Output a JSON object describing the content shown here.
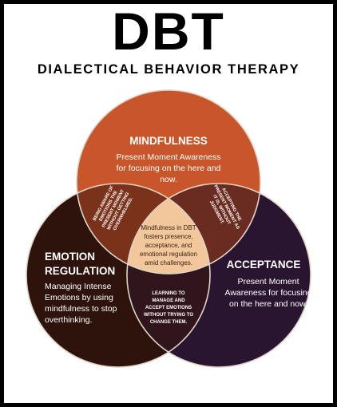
{
  "title": "DBT",
  "subtitle": "DIALECTICAL BEHAVIOR THERAPY",
  "colors": {
    "mindfulness": "#c8562a",
    "emotion_regulation": "#2e130c",
    "acceptance": "#2a1531",
    "overlap_left": "#7a321b",
    "overlap_right": "#6a2b20",
    "overlap_bottom": "#30151d",
    "center": "#f3c79c",
    "outline": "#e0d3c5"
  },
  "mindfulness": {
    "heading": "MINDFULNESS",
    "lines": [
      "Present Moment Awareness",
      "for focusing on the here and",
      "now."
    ]
  },
  "emotion_regulation": {
    "heading_lines": [
      "EMOTION",
      "REGULATION"
    ],
    "lines": [
      "Managing Intense",
      "Emotions by using",
      "mindfulness to stop",
      "overthinking."
    ]
  },
  "acceptance": {
    "heading": "ACCEPTANCE",
    "lines": [
      "Present Moment",
      "Awareness for focusing",
      "on the here and now."
    ]
  },
  "overlap_left": {
    "lines": [
      "BEING AWARE OF",
      "EMOTIONS THE",
      "PRESENT MOMENT",
      "WITHOUT GETTING",
      "OVERWHELMED."
    ]
  },
  "overlap_right": {
    "lines": [
      "ACCEPTING THE",
      "PRESENT MOMENT AS",
      "IT IS, WITHOUT",
      "JUDGMENT."
    ]
  },
  "overlap_bottom": {
    "lines": [
      "LEARNING TO",
      "MANAGE AND",
      "ACCEPT EMOTIONS",
      "WITHOUT TRYING TO",
      "CHANGE THEM."
    ]
  },
  "center": {
    "lines": [
      "Mindfulness in DBT",
      "fosters presence,",
      "acceptance, and",
      "emotional regulation",
      "amid challenges."
    ]
  }
}
